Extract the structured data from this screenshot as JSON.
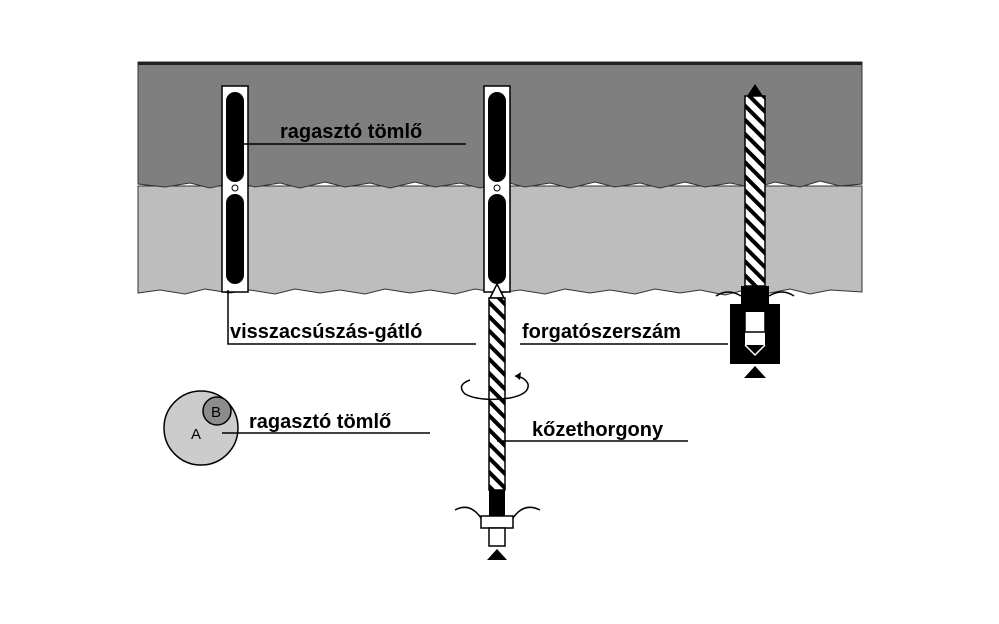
{
  "labels": {
    "adhesive_tube_top": "ragasztó tömlő",
    "anti_slip": "visszacsúszás-gátló",
    "rotating_tool": "forgatószerszám",
    "rock_anchor": "kőzethorgony",
    "adhesive_tube_legend": "ragasztó tömlő",
    "circle_a": "A",
    "circle_b": "B"
  },
  "colors": {
    "upper_layer": "#7f7f7f",
    "lower_layer": "#bdbdbd",
    "legend_circle": "#cccccc",
    "legend_inner": "#8c8c8c",
    "ink": "#000000"
  }
}
